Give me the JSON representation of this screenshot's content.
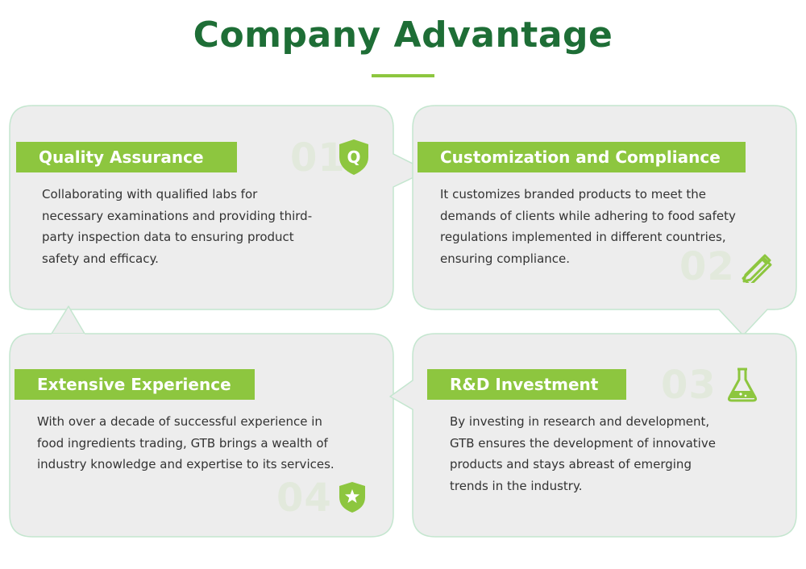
{
  "page": {
    "title": "Company Advantage"
  },
  "theme": {
    "primary": "#1e6e36",
    "accent": "#8dc63f",
    "card_bg": "#ededed",
    "card_border": "#bfe6cc"
  },
  "cards": [
    {
      "number": "01",
      "title": "Quality Assurance",
      "text": "Collaborating with qualified labs for necessary examinations and providing third-party inspection data to ensuring product safety and efficacy.",
      "icon": "shield-q-icon",
      "icon_letter": "Q"
    },
    {
      "number": "02",
      "title": "Customization and Compliance",
      "text": " It customizes branded products to meet the demands of clients while adhering to food safety regulations implemented in different countries, ensuring compliance.",
      "icon": "pencil-ruler-icon"
    },
    {
      "number": "03",
      "title": "R&D Investment",
      "text": "By investing in research and development, GTB ensures the development of innovative products and stays abreast of emerging trends in the industry.",
      "icon": "flask-icon"
    },
    {
      "number": "04",
      "title": "Extensive Experience",
      "text": "With over a decade of successful experience in food ingredients trading, GTB brings a wealth of industry knowledge and expertise to its services.",
      "icon": "shield-star-icon"
    }
  ]
}
